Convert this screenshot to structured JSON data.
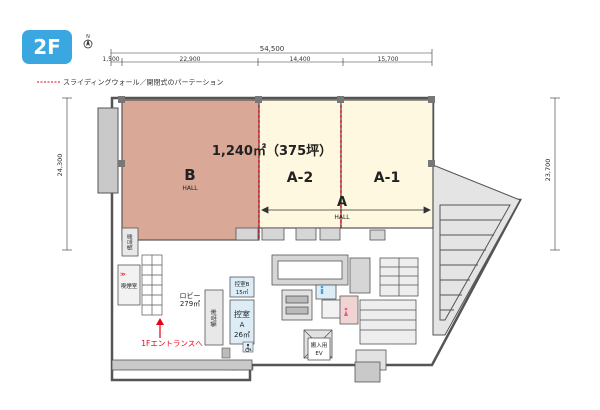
{
  "floor_badge": "2F",
  "compass": "N",
  "dimensions": {
    "top_total": "54,500",
    "top_segments": [
      "1,500",
      "22,900",
      "14,400",
      "15,700"
    ],
    "left_vertical": "24,300",
    "right_vertical": "23,700"
  },
  "legend": {
    "text": "スライディングウォール／開閉式のパーテーション",
    "line_color": "#e60012"
  },
  "halls": {
    "total_area": "1,240㎡（375坪）",
    "b_letter": "B",
    "b_sub": "HALL",
    "a2": "A-2",
    "a1": "A-1",
    "a_letter": "A",
    "a_sub": "HALL",
    "b_color": "#d9a897",
    "a_color": "#fdf8df"
  },
  "rooms": {
    "storage_top": "備品庫",
    "smoking": "喫煙室",
    "lobby_name": "ロビー",
    "lobby_area": "279㎡",
    "storage_mid": "備品庫",
    "waiting_b_name": "控室B",
    "waiting_b_area": "15㎡",
    "waiting_a_name": "控室",
    "waiting_a_letter": "A",
    "waiting_a_area": "26㎡",
    "entrance": "1Fエントランスへ",
    "vending": "自動販売機",
    "ev_line1": "搬入用",
    "ev_line2": "EV"
  },
  "colors": {
    "badge": "#3aa7e0",
    "accent_red": "#e60012",
    "wall": "#555555",
    "blue_room": "#dcedf7"
  }
}
